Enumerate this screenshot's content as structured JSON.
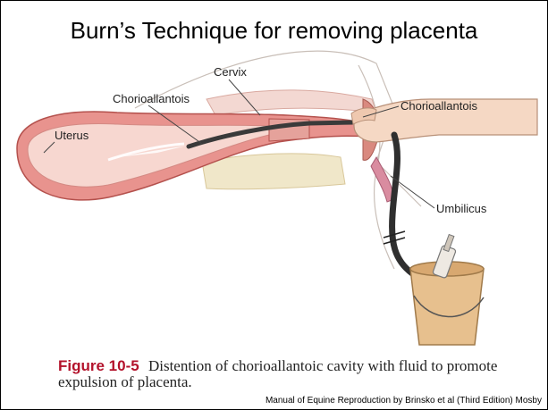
{
  "title": "Burn’s Technique for removing placenta",
  "labels": {
    "cervix": "Cervix",
    "chorioallantois_left": "Chorioallantois",
    "uterus": "Uterus",
    "chorioallantois_right": "Chorioallantois",
    "umbilicus": "Umbilicus"
  },
  "caption": {
    "figure_number": "Figure 10-5",
    "text": "Distention of chorioallantoic cavity with fluid to promote expulsion of placenta."
  },
  "credit": "Manual of Equine Reproduction by Brinsko et al (Third Edition) Mosby"
}
